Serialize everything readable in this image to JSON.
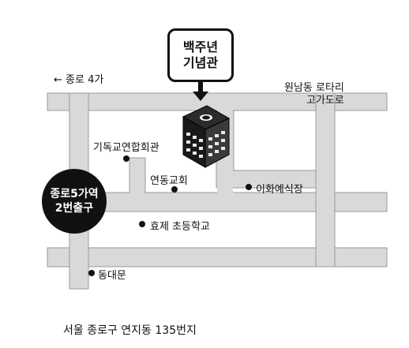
{
  "callout": {
    "line1": "백주년",
    "line2": "기념관"
  },
  "station": {
    "line1": "종로5가역",
    "line2": "2번출구"
  },
  "labels": {
    "jongno4ga": "← 종로 4가",
    "wonnam_rotary_line1": "원남동 로타리",
    "wonnam_rotary_line2": "고가도로",
    "christian_hall": "기독교연합회관",
    "yeondong_church": "연동교회",
    "ewha_wedding": "이화예식장",
    "hyoje_school": "효제 초등학교",
    "dongdaemun": "동대문"
  },
  "caption": "서울 종로구 연지동 135번지",
  "colors": {
    "road": "#d9d9d9",
    "road_edge": "#9a9a9a",
    "building": "#1a1a1a",
    "marker": "#111111"
  }
}
